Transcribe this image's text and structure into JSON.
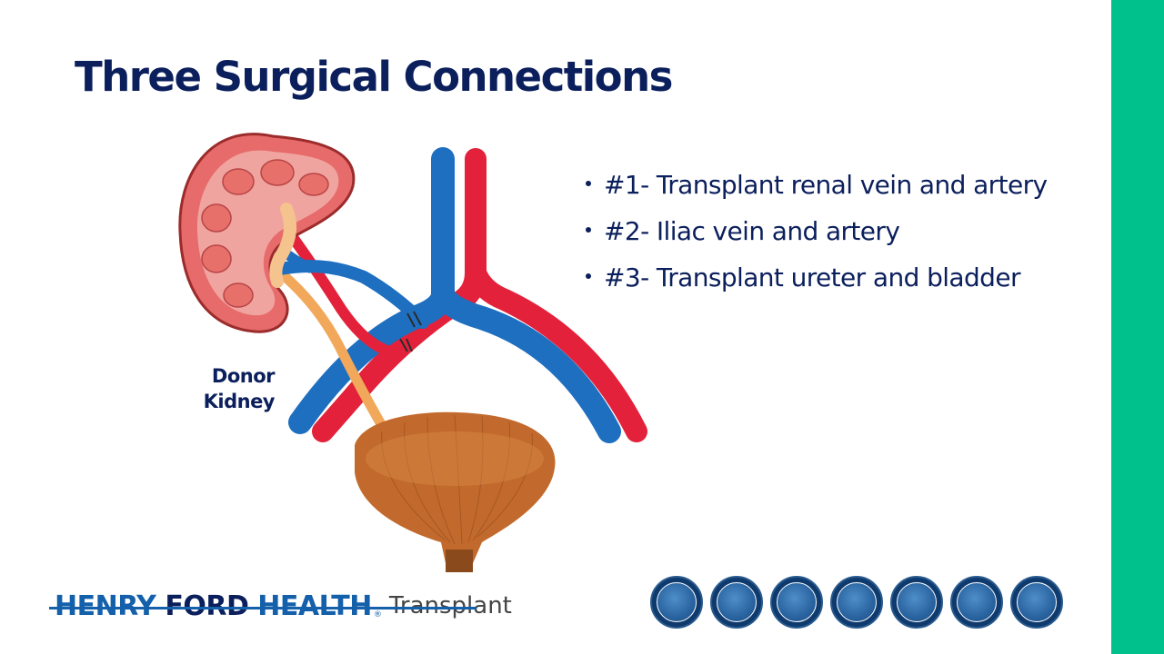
{
  "slide": {
    "title": "Three Surgical Connections",
    "bullets": [
      "#1- Transplant renal vein and artery",
      "#2- Iliac vein and artery",
      "#3- Transplant ureter and bladder"
    ]
  },
  "diagram": {
    "label_line1": "Donor",
    "label_line2": "Kidney",
    "colors": {
      "vein": "#1e6fc0",
      "artery": "#e3213a",
      "kidney": "#e76b6b",
      "bladder": "#c26a2d",
      "ureter": "#f1a85b"
    }
  },
  "footer": {
    "brand_part1": "HENRY ",
    "brand_part2": "FORD",
    "brand_part3": " HEALTH",
    "subtitle": "Transplant",
    "organ_icons": [
      "kidney-icon",
      "liver-icon",
      "pancreas-icon",
      "heart-icon",
      "lungs-icon",
      "cell-icon",
      "intestine-icon"
    ]
  },
  "theme": {
    "title_color": "#0b1f5c",
    "accent": "#00c08b"
  }
}
